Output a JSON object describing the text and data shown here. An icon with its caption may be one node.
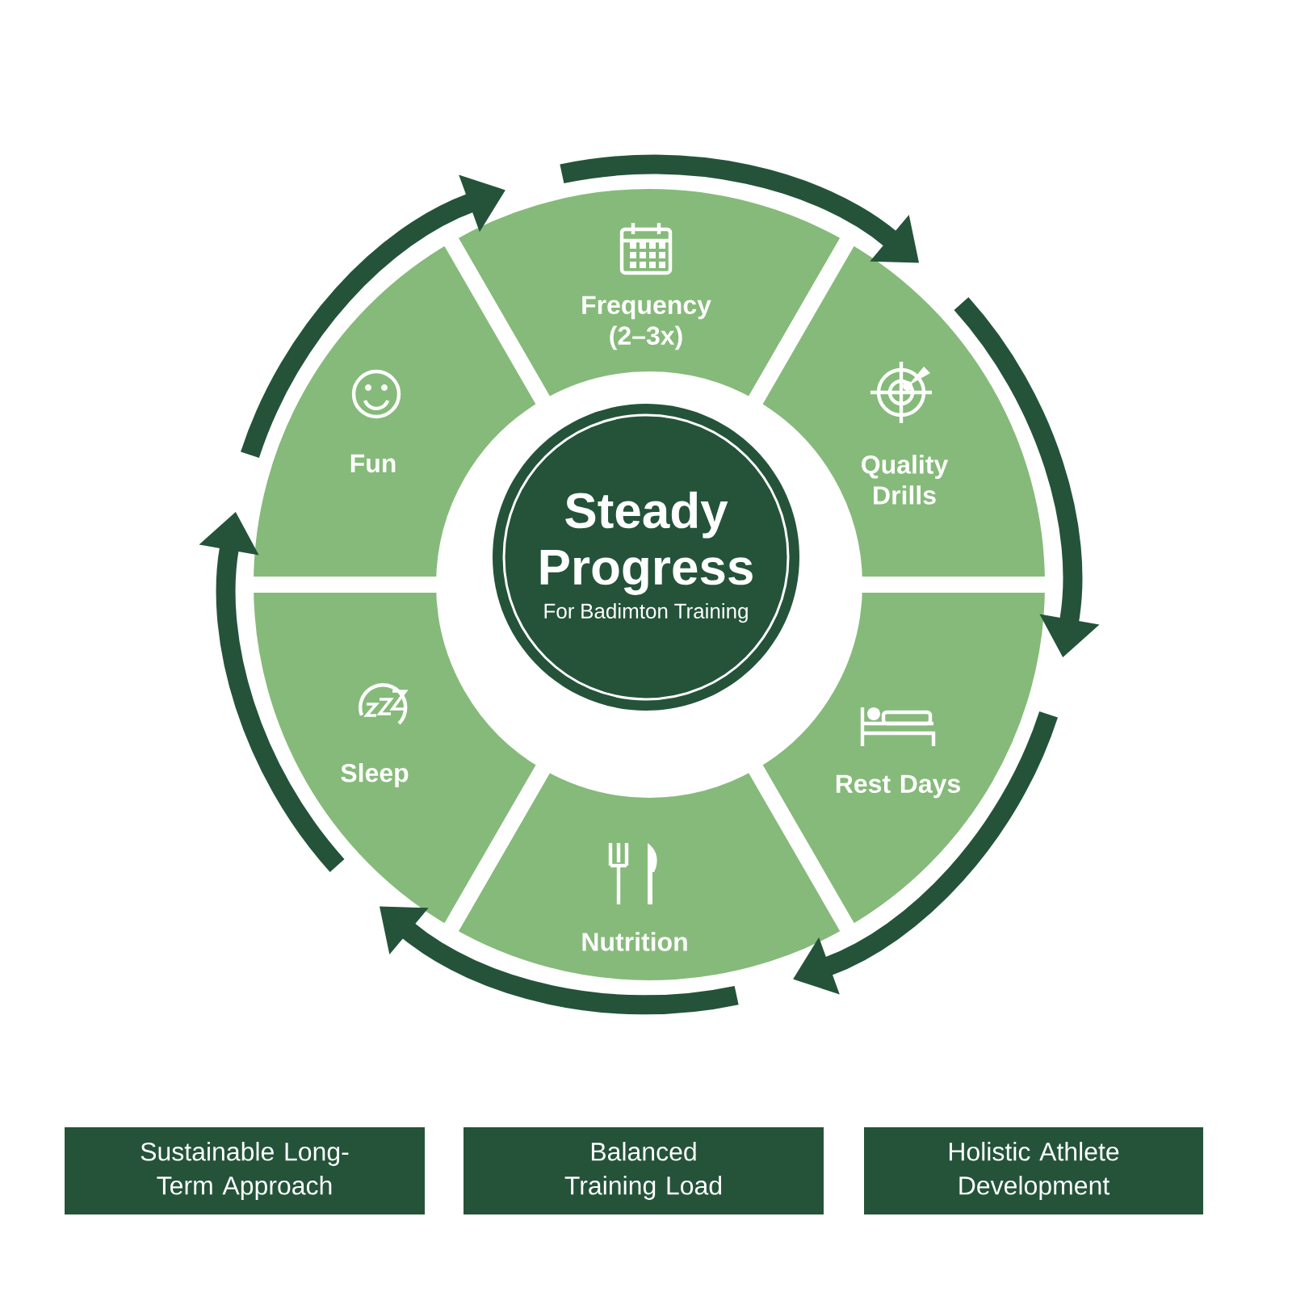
{
  "diagram": {
    "nodes": [
      {
        "text": [
          "Steady Progress",
          "For Badimton Training"
        ]
      },
      {
        "text": [
          "Frequency (2–3x)"
        ]
      },
      {
        "text": [
          "Quality Drills"
        ]
      },
      {
        "text": [
          "Rest Days"
        ]
      },
      {
        "text": [
          "Nutrition"
        ]
      },
      {
        "text": [
          "Sleep"
        ]
      },
      {
        "text": [
          "Fun"
        ]
      },
      {
        "text": [
          "Sustainable Long-Term Approach"
        ]
      },
      {
        "text": [
          "Balanced Training Load"
        ]
      },
      {
        "text": [
          "Holistic Athlete Development"
        ]
      }
    ],
    "edges": [
      {
        "from": 1,
        "to": 2,
        "arrow": "to"
      },
      {
        "from": 2,
        "to": 3,
        "arrow": "to"
      },
      {
        "from": 3,
        "to": 4,
        "arrow": "to"
      },
      {
        "from": 4,
        "to": 5,
        "arrow": "to"
      },
      {
        "from": 5,
        "to": 6,
        "arrow": "to"
      },
      {
        "from": 6,
        "to": 1,
        "arrow": "to"
      }
    ]
  }
}
